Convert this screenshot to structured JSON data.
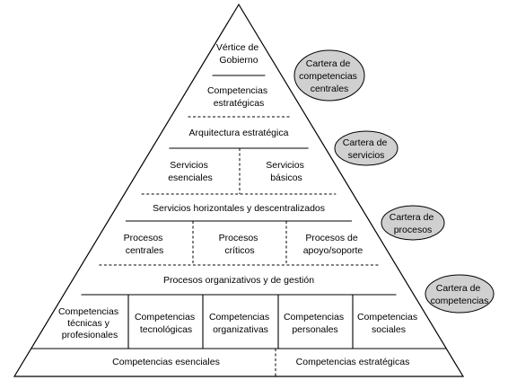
{
  "pyramid": {
    "apex": [
      "Vértice de",
      "Gobierno"
    ],
    "strategic_competencies": [
      "Competencias",
      "estratégicas"
    ],
    "strategic_architecture": "Arquitectura estratégica",
    "essential_services": [
      "Servicios",
      "esenciales"
    ],
    "basic_services": [
      "Servicios",
      "básicos"
    ],
    "horizontal_services": "Servicios horizontales y descentralizados",
    "central_processes": [
      "Procesos",
      "centrales"
    ],
    "critical_processes": [
      "Procesos",
      "críticos"
    ],
    "support_processes": [
      "Procesos de",
      "apoyo/soporte"
    ],
    "org_processes": "Procesos organizativos y de gestión",
    "competencies": [
      [
        "Competencias",
        "técnicas y",
        "profesionales"
      ],
      [
        "Competencias",
        "tecnológicas"
      ],
      [
        "Competencias",
        "organizativas"
      ],
      [
        "Competencias",
        "personales"
      ],
      [
        "Competencias",
        "sociales"
      ]
    ],
    "essential_competencies": "Competencias esenciales",
    "strategic_competencies_base": "Competencias estratégicas"
  },
  "badges": [
    [
      "Cartera de",
      "competencias",
      "centrales"
    ],
    [
      "Cartera de",
      "servicios"
    ],
    [
      "Cartera de",
      "procesos"
    ],
    [
      "Cartera de",
      "competencias"
    ]
  ]
}
